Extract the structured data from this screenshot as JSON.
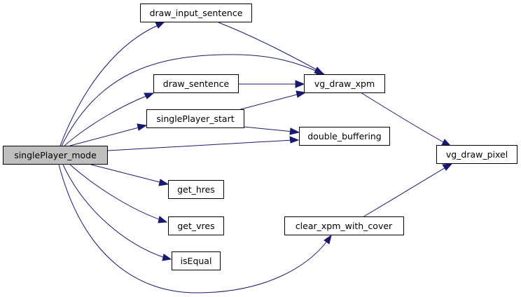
{
  "graph": {
    "nodes": {
      "singlePlayer_mode": "singlePlayer_mode",
      "draw_input_sentence": "draw_input_sentence",
      "draw_sentence": "draw_sentence",
      "singlePlayer_start": "singlePlayer_start",
      "get_hres": "get_hres",
      "get_vres": "get_vres",
      "isEqual": "isEqual",
      "vg_draw_xpm": "vg_draw_xpm",
      "double_buffering": "double_buffering",
      "clear_xpm_with_cover": "clear_xpm_with_cover",
      "vg_draw_pixel": "vg_draw_pixel"
    },
    "edge_color": "#191970",
    "root_fill": "#bfbfbf"
  }
}
